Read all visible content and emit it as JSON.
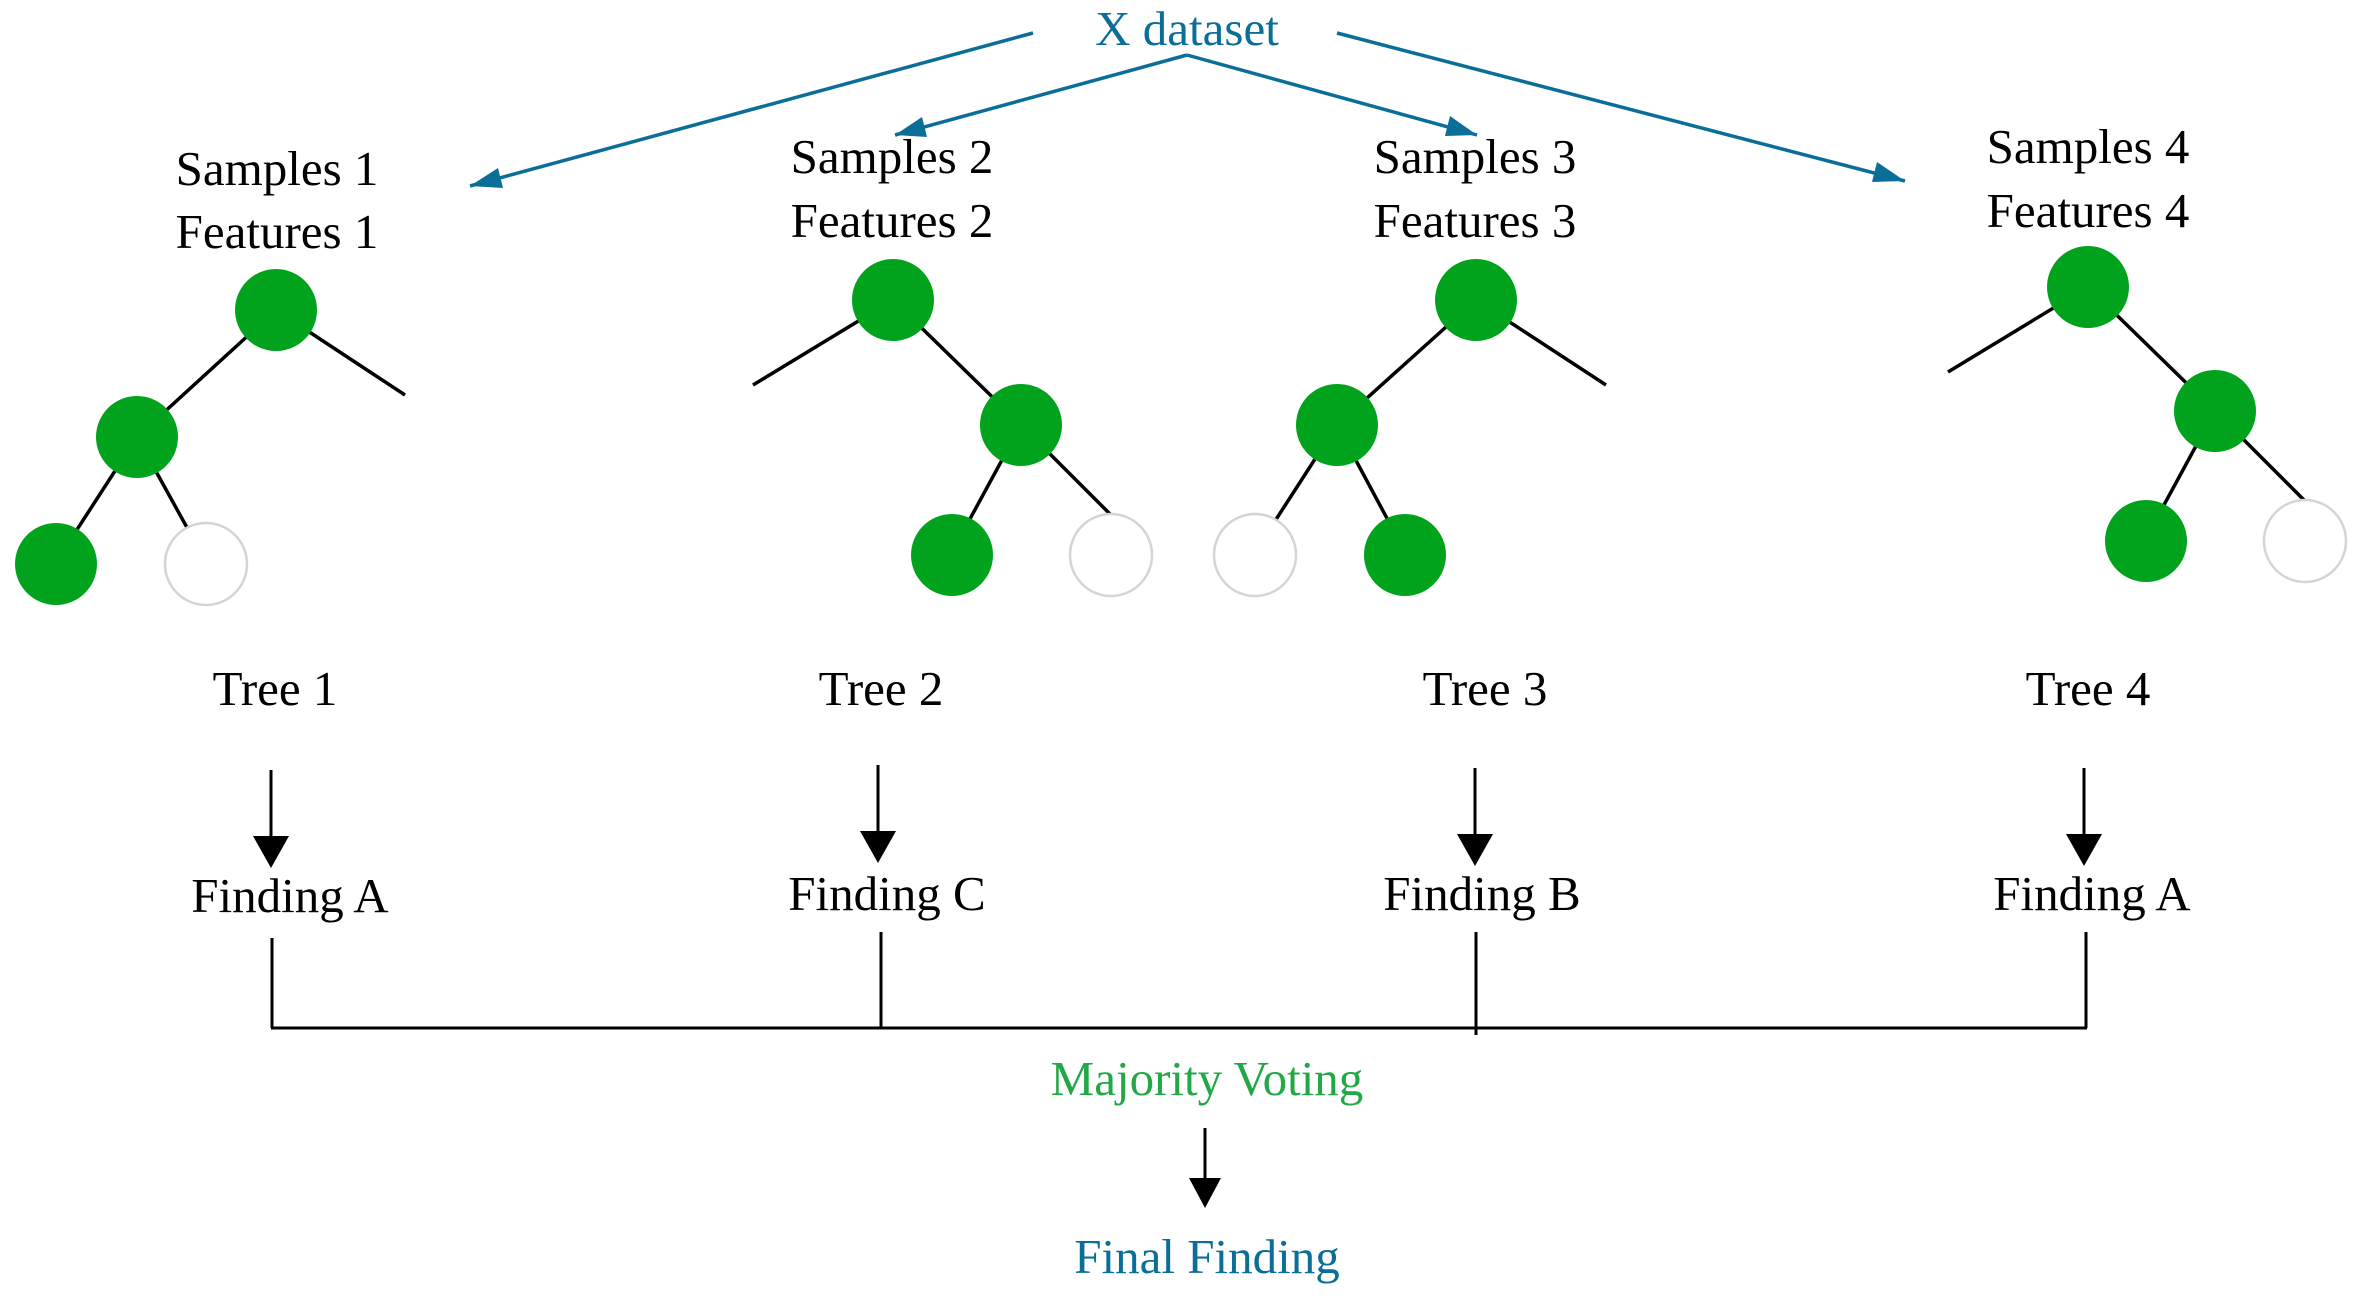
{
  "dataset_label": "X dataset",
  "colors": {
    "dataset_text": "#0b6e99",
    "node_filled": "#02a31c",
    "node_empty": "#ffffff",
    "voting_text": "#22a846",
    "final_text": "#0b6e99"
  },
  "trees": [
    {
      "samples_label": "Samples 1",
      "features_label": "Features 1",
      "tree_label": "Tree 1",
      "finding_label": "Finding A"
    },
    {
      "samples_label": "Samples 2",
      "features_label": "Features 2",
      "tree_label": "Tree 2",
      "finding_label": "Finding C"
    },
    {
      "samples_label": "Samples 3",
      "features_label": "Features 3",
      "tree_label": "Tree 3",
      "finding_label": "Finding B"
    },
    {
      "samples_label": "Samples 4",
      "features_label": "Features 4",
      "tree_label": "Tree 4",
      "finding_label": "Finding A"
    }
  ],
  "aggregation": {
    "voting_label": "Majority Voting",
    "final_label": "Final Finding"
  }
}
